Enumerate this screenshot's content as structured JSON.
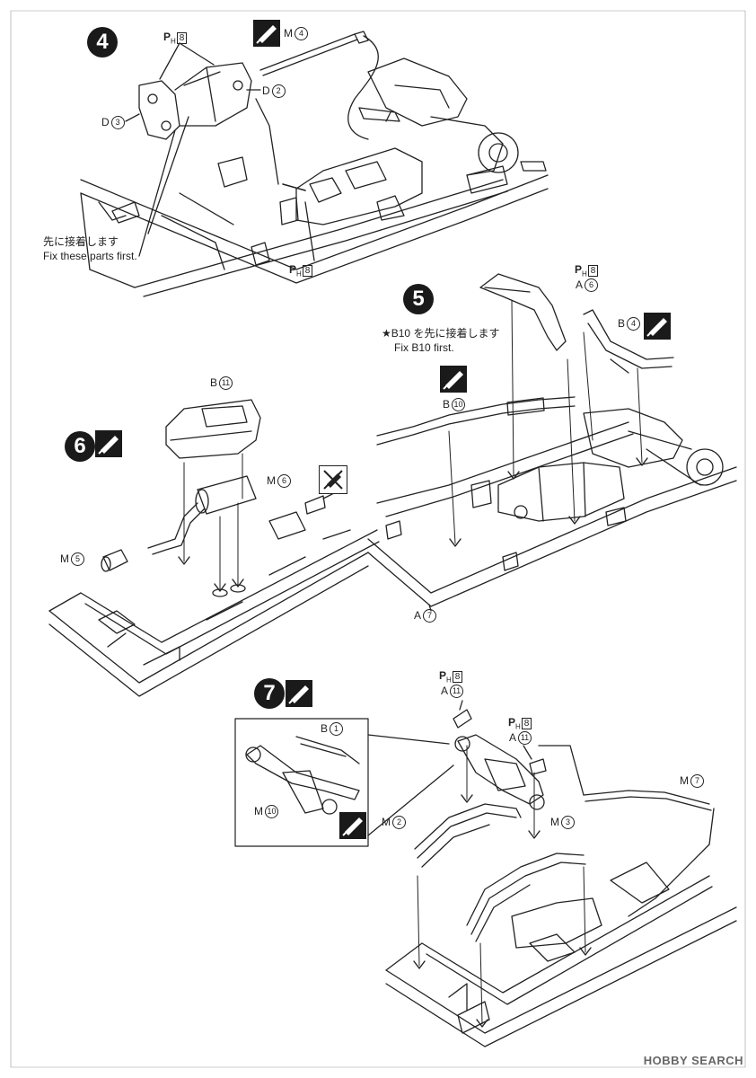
{
  "steps": [
    "4",
    "5",
    "6",
    "7"
  ],
  "step4": {
    "labels": {
      "ph_top": "8",
      "m4": "M",
      "m4_num": "4",
      "d2": "D",
      "d2_num": "2",
      "d3": "D",
      "d3_num": "3",
      "ph_bottom": "8"
    },
    "note_jp": "先に接着します",
    "note_en": "Fix these parts first."
  },
  "step5": {
    "labels": {
      "ph": "8",
      "a6": "A",
      "a6_num": "6",
      "b4": "B",
      "b4_num": "4",
      "b10": "B",
      "b10_num": "10",
      "a7": "A",
      "a7_num": "7"
    },
    "note_jp": "★B10 を先に接着します",
    "note_en": "Fix B10 first."
  },
  "step6": {
    "labels": {
      "b11": "B",
      "b11_num": "11",
      "m6": "M",
      "m6_num": "6",
      "m5": "M",
      "m5_num": "5"
    }
  },
  "step7": {
    "labels": {
      "ph1": "8",
      "a11a": "A",
      "a11a_num": "11",
      "ph2": "8",
      "a11b": "A",
      "a11b_num": "11",
      "b1": "B",
      "b1_num": "1",
      "m10": "M",
      "m10_num": "10",
      "m7": "M",
      "m7_num": "7",
      "m2": "M",
      "m2_num": "2",
      "m3": "M",
      "m3_num": "3"
    }
  },
  "ph_prefix": "P",
  "ph_sub": "H",
  "watermark": "HOBBY SEARCH",
  "icons": [
    "glue-icon",
    "paint-icon",
    "arrow-icon"
  ]
}
